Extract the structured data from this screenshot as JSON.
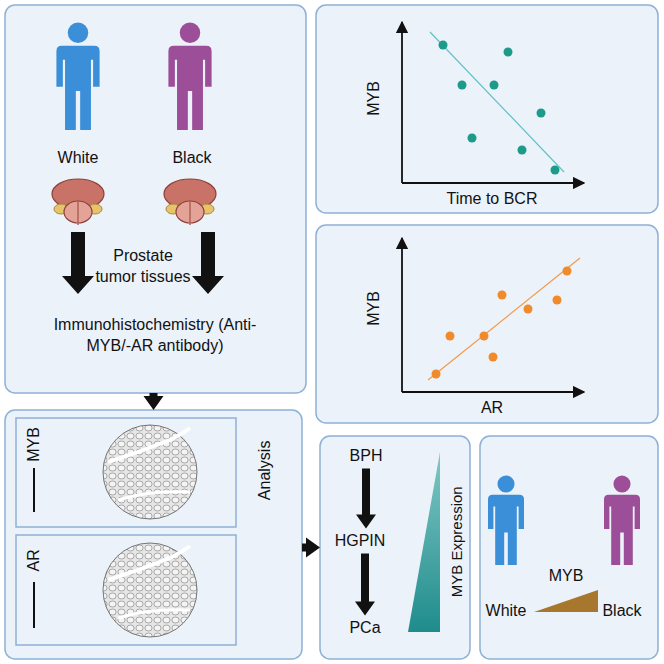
{
  "diagram": {
    "nodes": [
      {
        "text": [
          "White",
          "Black",
          "Prostate tumor tissues",
          "Immunohistochemistry (Anti-MYB/-AR antibody)"
        ]
      },
      {
        "text": [
          "MYB",
          "Time to BCR"
        ]
      },
      {
        "text": [
          "MYB",
          "AR"
        ]
      },
      {
        "text": [
          "Analysis"
        ]
      },
      {
        "text": [
          "MYB"
        ],
        "in": 3
      },
      {
        "text": [
          "AR"
        ],
        "in": 3
      },
      {
        "text": [
          "MYB Expression"
        ]
      },
      {
        "text": [
          "BPH"
        ],
        "in": 6
      },
      {
        "text": [
          "HGPIN"
        ],
        "in": 6
      },
      {
        "text": [
          "PCa"
        ],
        "in": 6
      },
      {
        "text": [
          "White",
          "MYB",
          "Black"
        ]
      }
    ],
    "edges": [
      {
        "from": 0,
        "to": 3,
        "arrow": "to"
      },
      {
        "from": 3,
        "to": 6,
        "arrow": "to"
      },
      {
        "from": 7,
        "to": 8,
        "arrow": "to"
      },
      {
        "from": 8,
        "to": 9,
        "arrow": "to"
      }
    ]
  }
}
